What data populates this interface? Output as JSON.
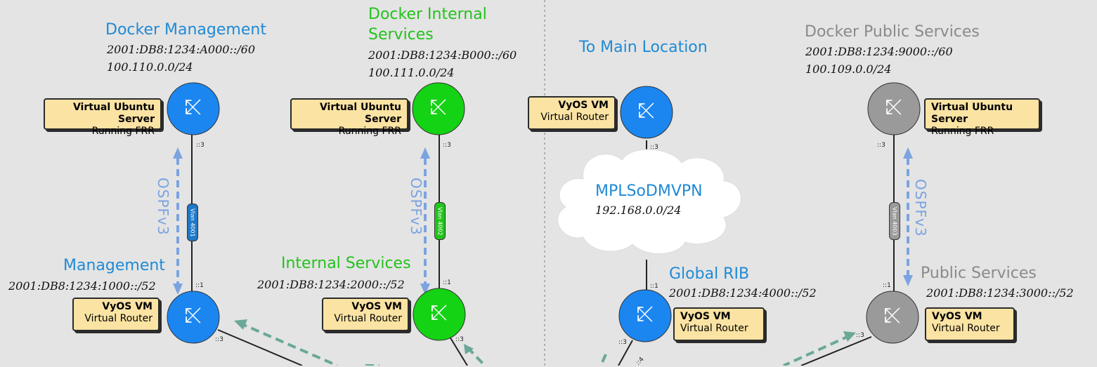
{
  "zones": {
    "mgmt": {
      "title": "Docker Management",
      "ipv6": "2001:DB8:1234:A000::/60",
      "ipv4": "100.110.0.0/24"
    },
    "internal": {
      "title_line1": "Docker Internal",
      "title_line2": "Services",
      "ipv6": "2001:DB8:1234:B000::/60",
      "ipv4": "100.111.0.0/24"
    },
    "main": {
      "title": "To Main Location"
    },
    "public": {
      "title": "Docker Public Services",
      "ipv6": "2001:DB8:1234:9000::/60",
      "ipv4": "100.109.0.0/24"
    }
  },
  "cloud": {
    "title": "MPLSoDMVPN",
    "subnet": "192.168.0.0/24"
  },
  "vrfs": {
    "management": {
      "title": "Management",
      "prefix": "2001:DB8:1234:1000::/52"
    },
    "internal": {
      "title": "Internal Services",
      "prefix": "2001:DB8:1234:2000::/52"
    },
    "global": {
      "title": "Global RIB",
      "prefix": "2001:DB8:1234:4000::/52"
    },
    "public": {
      "title": "Public Services",
      "prefix": "2001:DB8:1234:3000::/52"
    }
  },
  "boxes": {
    "ubuntu": {
      "line1": "Virtual Ubuntu Server",
      "line2": "Running FRR"
    },
    "vyos": {
      "line1": "VyOS VM",
      "line2": "Virtual Router"
    }
  },
  "vlans": {
    "mgmt": "Vlan 4001",
    "internal": "Vlan 4002",
    "public": "Vlan 4003"
  },
  "protocol": "OSPFv3",
  "ports": {
    "p3": "::3",
    "p1": "::1",
    "p4": "::4"
  },
  "colors": {
    "blue": "#1f8ad6",
    "green": "#23c21c",
    "gray": "#9a9a9a",
    "box": "#fbe3a3",
    "teal": "#6aa898",
    "dashed_blue": "#7ba3e0"
  }
}
